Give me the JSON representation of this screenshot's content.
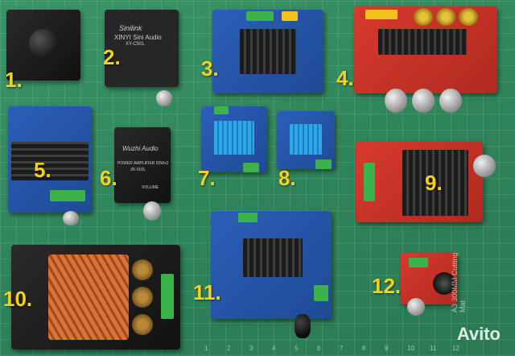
{
  "labels": [
    "1.",
    "2.",
    "3.",
    "4.",
    "5.",
    "6.",
    "7.",
    "8.",
    "9.",
    "10.",
    "11.",
    "12."
  ],
  "board2": {
    "brand": "Sinilink",
    "model": "XINYI Sini Audio",
    "part": "XY-C50L"
  },
  "board6": {
    "brand": "Wuzhi Audio",
    "line1": "POWER AMPLIFIER 50Wx2",
    "line2": "ZK-502L",
    "volume": "VOLUME"
  },
  "mat": {
    "ruler_numbers": [
      "1",
      "2",
      "3",
      "4",
      "5",
      "6",
      "7",
      "8",
      "9",
      "10",
      "11",
      "12"
    ],
    "side_text": "A3 300MM Cutting Mat"
  },
  "watermark": "Avito",
  "colors": {
    "mat": "#2f8a5a",
    "label": "#f2d21e",
    "pcb_blue": "#2b5fb8",
    "pcb_red": "#d83a2c"
  }
}
